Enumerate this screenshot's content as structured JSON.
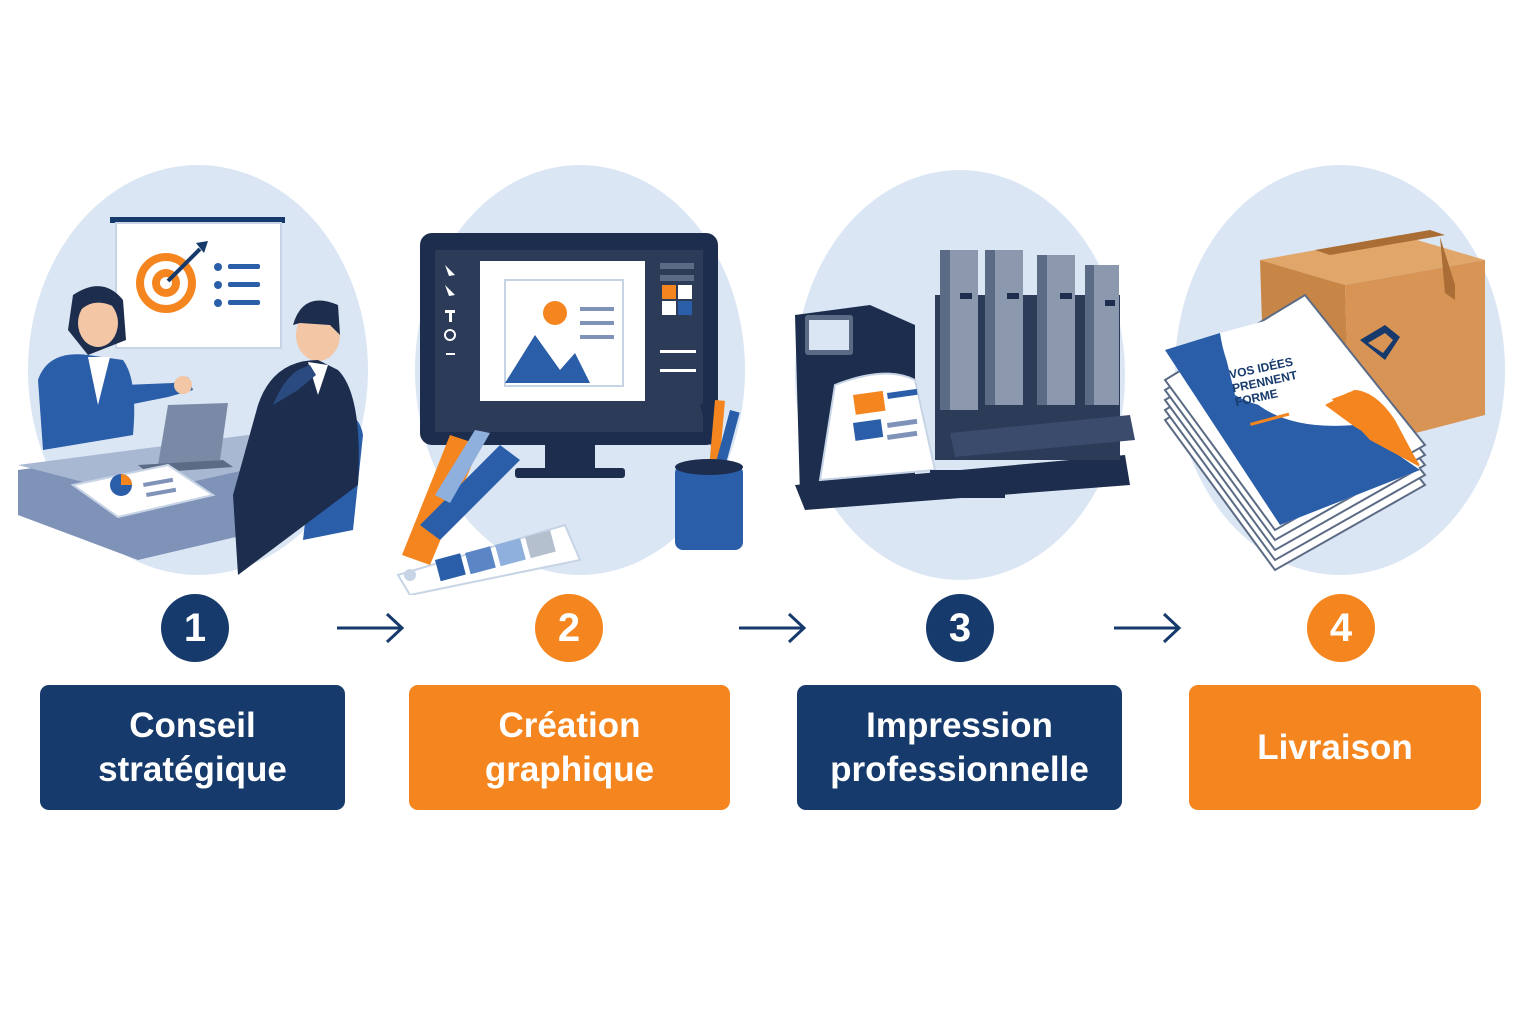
{
  "colors": {
    "navy": "#153a6b",
    "orange": "#f5861f",
    "blue": "#2a5ea8",
    "bubble": "#dbe6f4"
  },
  "steps": [
    {
      "number": "1",
      "title": {
        "line1": "Conseil",
        "line2": "stratégique"
      },
      "color": "navy",
      "icon": "consulting-meeting-illustration"
    },
    {
      "number": "2",
      "title": {
        "line1": "Création",
        "line2": "graphique"
      },
      "color": "orange",
      "icon": "graphic-design-illustration"
    },
    {
      "number": "3",
      "title": {
        "line1": "Impression",
        "line2": "professionnelle"
      },
      "color": "navy",
      "icon": "printing-press-illustration"
    },
    {
      "number": "4",
      "title": {
        "line1": "Livraison"
      },
      "color": "orange",
      "icon": "delivery-box-illustration"
    }
  ],
  "brochure": {
    "line1": "VOS IDÉES",
    "line2": "PRENNENT",
    "line3": "FORME"
  },
  "arrows": [
    "arrow-right-icon",
    "arrow-right-icon",
    "arrow-right-icon"
  ]
}
